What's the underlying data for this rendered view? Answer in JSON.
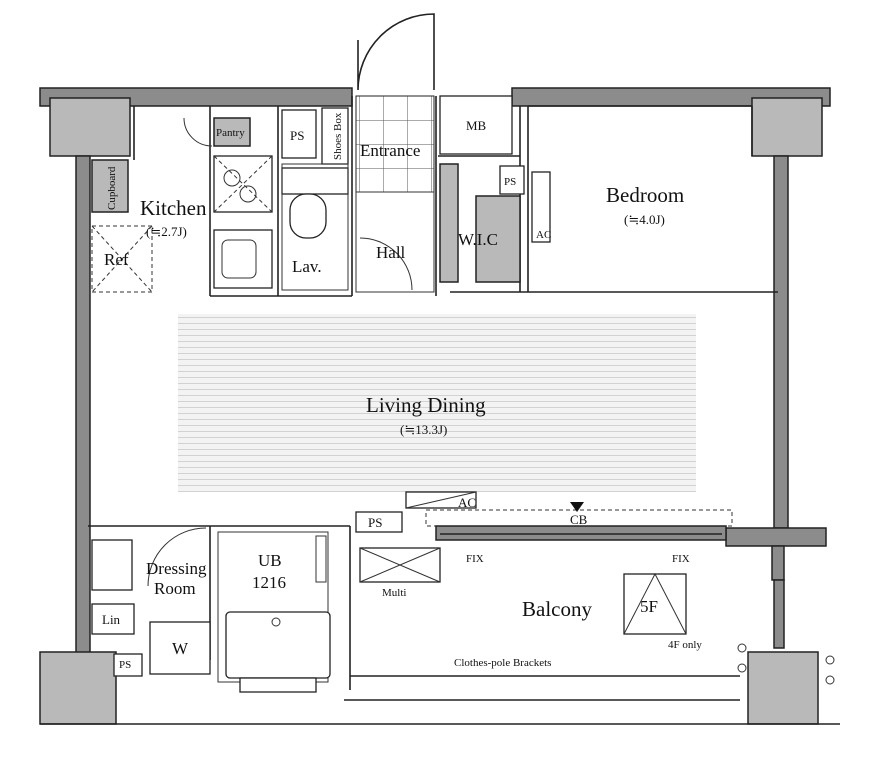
{
  "floorplan": {
    "rooms": {
      "kitchen": {
        "name": "Kitchen",
        "area": "(≒2.7J)"
      },
      "bedroom": {
        "name": "Bedroom",
        "area": "(≒4.0J)"
      },
      "living": {
        "name": "Living Dining",
        "area": "(≒13.3J)"
      },
      "entrance": "Entrance",
      "hall": "Hall",
      "lav": "Lav.",
      "wic": "W.I.C",
      "dressing_line1": "Dressing",
      "dressing_line2": "Room",
      "ub_line1": "UB",
      "ub_line2": "1216",
      "balcony": "Balcony"
    },
    "fixtures": {
      "pantry": "Pantry",
      "ps_top": "PS",
      "shoes_box": "Shoes Box",
      "mb": "MB",
      "ps_wic": "PS",
      "ac_bedroom": "AC",
      "cupboard": "Cupboard",
      "ref": "Ref",
      "ps_living": "PS",
      "ac_living": "AC",
      "cb": "CB",
      "fix_left": "FIX",
      "fix_right": "FIX",
      "multi": "Multi",
      "floor_mark": "5F",
      "only_4f": "4F only",
      "lin": "Lin",
      "w": "W",
      "ps_bottom": "PS",
      "clothes_pole": "Clothes-pole Brackets"
    }
  }
}
